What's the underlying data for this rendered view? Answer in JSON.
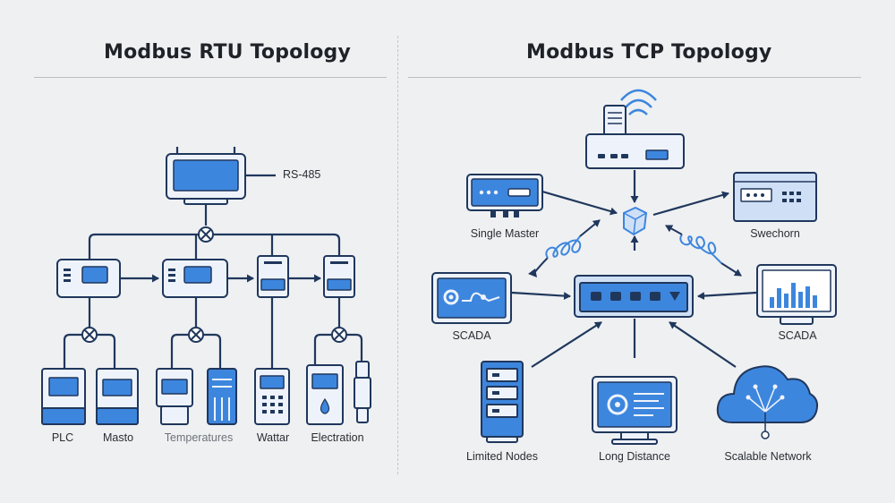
{
  "titles": {
    "left": "Modbus RTU Topology",
    "right": "Modbus TCP Topology"
  },
  "rtu": {
    "bus_label": "RS-485",
    "devices": [
      "PLC",
      "Masto",
      "Temperatures",
      "Wattar",
      "Electration"
    ]
  },
  "tcp": {
    "nodes": {
      "top_left": "Single Master",
      "top_right": "Swechorn",
      "mid_left": "SCADA",
      "mid_right": "SCADA",
      "bottom_1": "Limited Nodes",
      "bottom_2": "Long Distance",
      "bottom_3": "Scalable Network"
    }
  },
  "colors": {
    "line": "#20375c",
    "accent": "#3d86de",
    "background": "#eef0f2"
  }
}
